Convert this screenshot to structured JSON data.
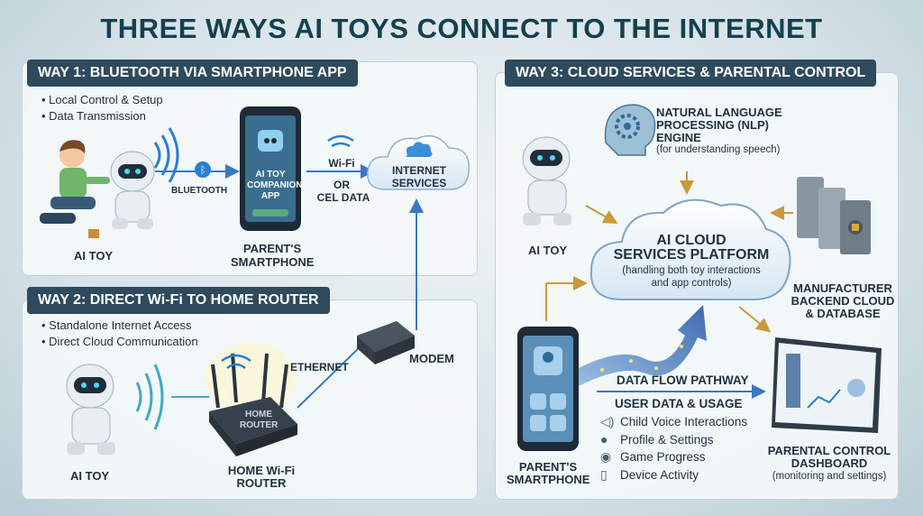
{
  "title": "THREE WAYS AI TOYS CONNECT TO THE INTERNET",
  "way1": {
    "header": "WAY 1: BLUETOOTH VIA SMARTPHONE APP",
    "bullets": [
      "Local Control & Setup",
      "Data Transmission"
    ],
    "ai_toy": "AI TOY",
    "bluetooth": "BLUETOOTH",
    "app_lines": [
      "AI TOY",
      "COMPANION",
      "APP"
    ],
    "smartphone": [
      "PARENT'S",
      "SMARTPHONE"
    ],
    "wifi": "Wi-Fi",
    "or": "OR",
    "cel_data": "CEL DATA",
    "internet_services": [
      "INTERNET",
      "SERVICES"
    ]
  },
  "way2": {
    "header": "WAY 2: DIRECT Wi-Fi TO HOME ROUTER",
    "bullets": [
      "Standalone Internet Access",
      "Direct Cloud Communication"
    ],
    "ai_toy": "AI TOY",
    "router_label": [
      "HOME",
      "ROUTER"
    ],
    "router": [
      "HOME Wi-Fi",
      "ROUTER"
    ],
    "ethernet": "ETHERNET",
    "modem": "MODEM"
  },
  "way3": {
    "header": "WAY 3: CLOUD SERVICES & PARENTAL CONTROL",
    "nlp": [
      "NATURAL LANGUAGE",
      "PROCESSING (NLP)",
      "ENGINE"
    ],
    "nlp_sub": "(for understanding speech)",
    "ai_toy": "AI TOY",
    "cloud": [
      "AI CLOUD",
      "SERVICES PLATFORM"
    ],
    "cloud_sub": [
      "(handling both toy interactions",
      "and app controls)"
    ],
    "backend": [
      "MANUFACTURER",
      "BACKEND CLOUD",
      "& DATABASE"
    ],
    "data_flow": "DATA FLOW PATHWAY",
    "user_data": "USER DATA & USAGE",
    "usage_items": [
      {
        "icon": "speaker-icon",
        "text": "Child Voice Interactions"
      },
      {
        "icon": "person-icon",
        "text": "Profile & Settings"
      },
      {
        "icon": "gamepad-icon",
        "text": "Game Progress"
      },
      {
        "icon": "phone-icon",
        "text": "Device Activity"
      }
    ],
    "smartphone": [
      "PARENT'S",
      "SMARTPHONE"
    ],
    "dashboard": [
      "PARENTAL CONTROL",
      "DASHBOARD"
    ],
    "dashboard_sub": "(monitoring and settings)"
  },
  "colors": {
    "header_bg": "#2e4a5c",
    "title": "#15404f",
    "accent_blue": "#2a7fd0",
    "arrow_gold": "#c99a3a"
  }
}
